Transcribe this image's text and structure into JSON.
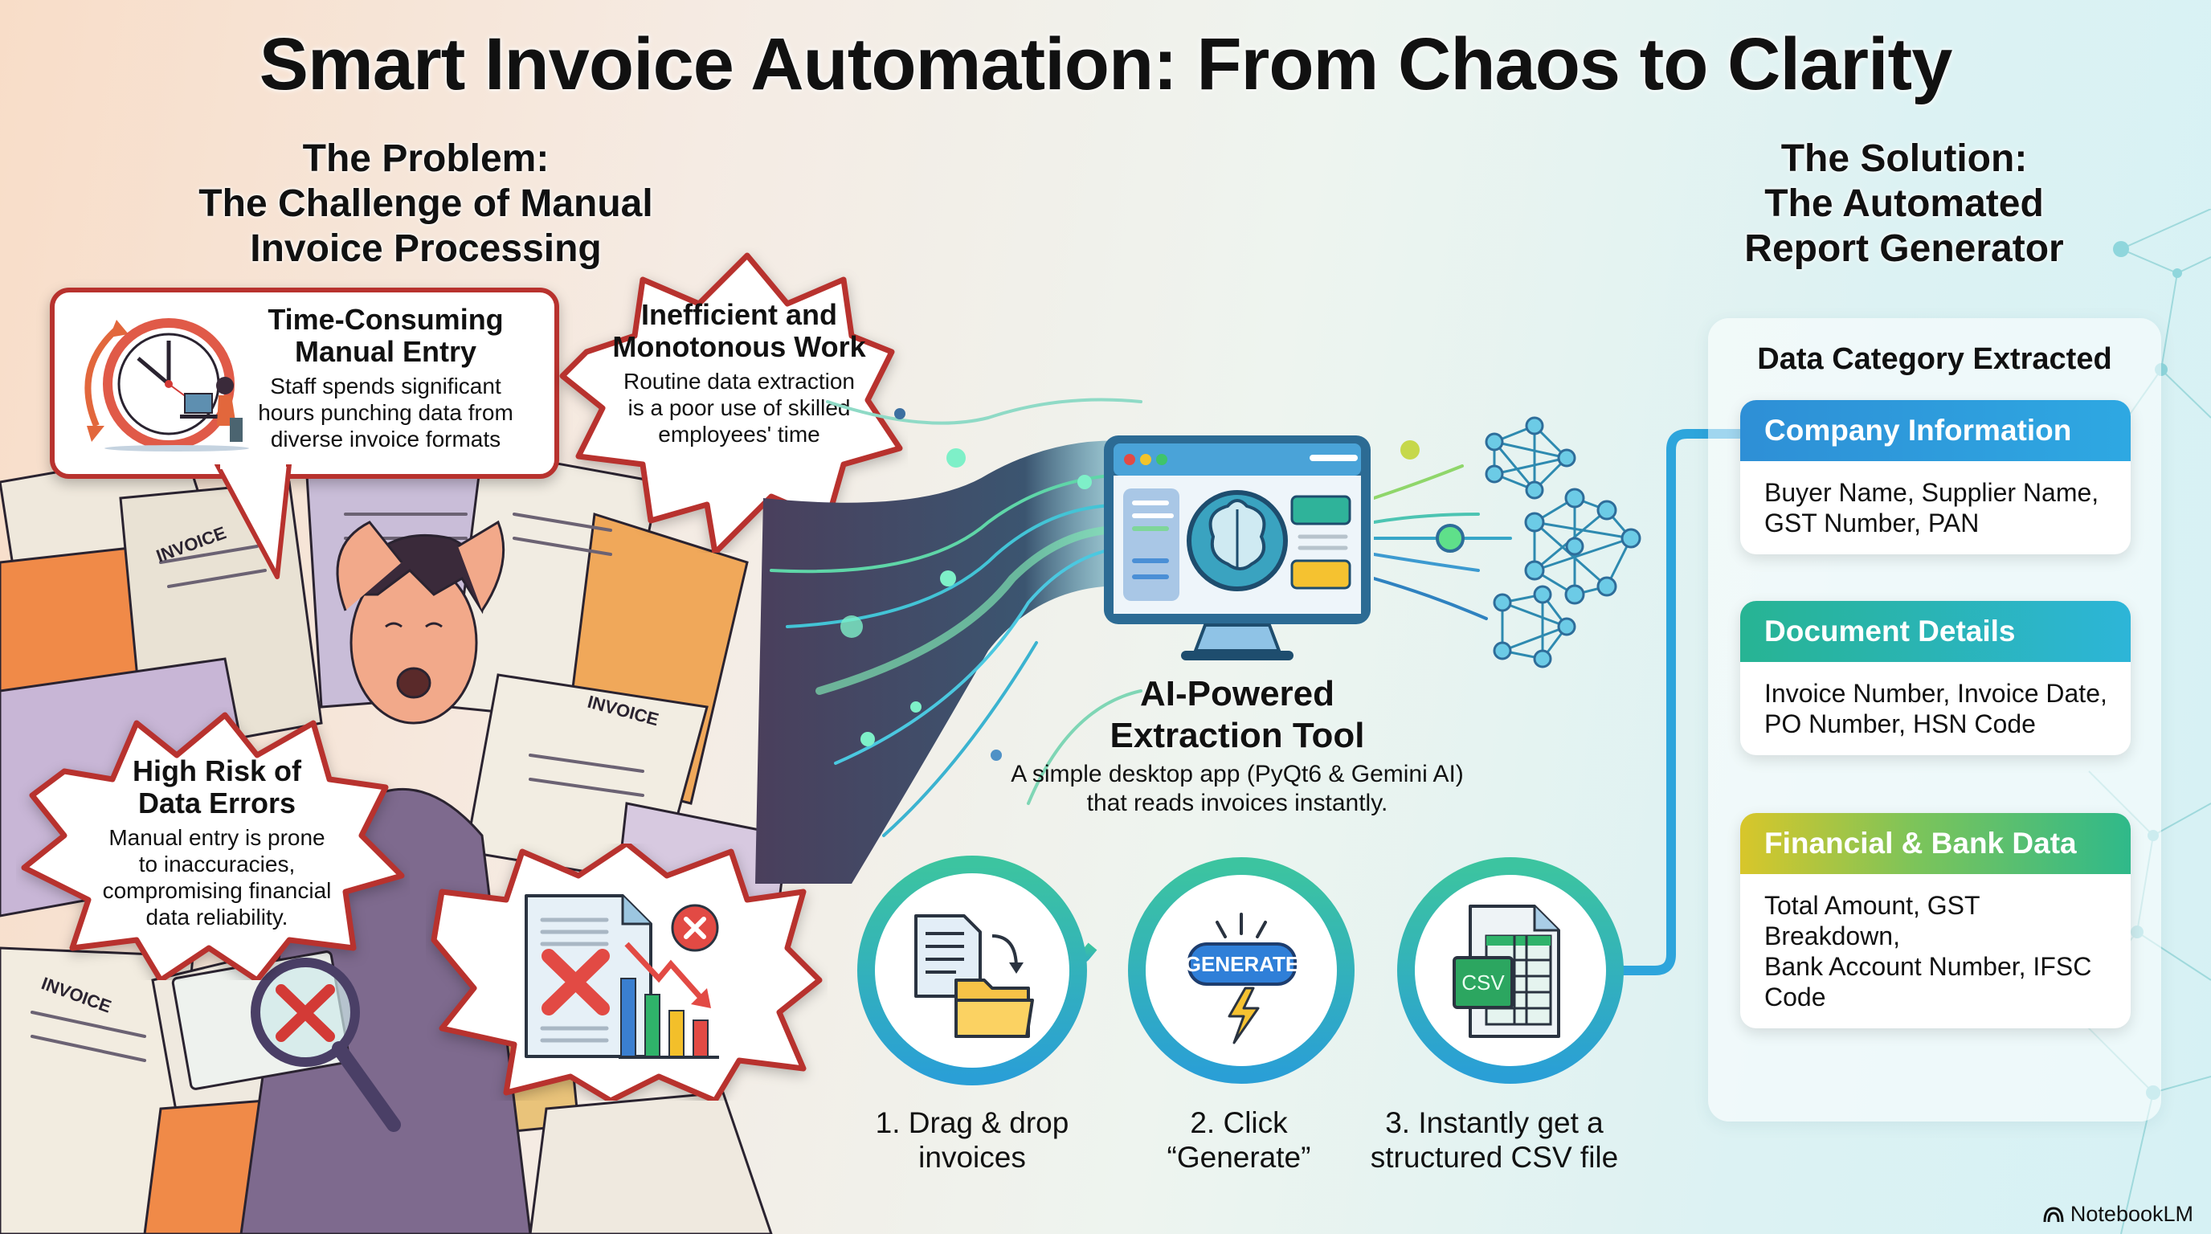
{
  "title": "Smart Invoice Automation: From Chaos to Clarity",
  "problem": {
    "heading": [
      "The Problem:",
      "The Challenge of Manual",
      "Invoice Processing"
    ],
    "callouts": [
      {
        "title": [
          "Time-Consuming",
          "Manual Entry"
        ],
        "body": [
          "Staff spends significant",
          "hours punching data from",
          "diverse invoice formats"
        ],
        "icon": "clock-icon"
      },
      {
        "title": [
          "Inefficient and",
          "Monotonous Work"
        ],
        "body": [
          "Routine data extraction",
          "is a poor use of skilled",
          "employees' time"
        ]
      },
      {
        "title": [
          "High Risk of",
          "Data Errors"
        ],
        "body": [
          "Manual entry is prone",
          "to inaccuracies,",
          "compromising financial",
          "data reliability."
        ]
      }
    ],
    "illustration_labels": {
      "invoice": "INVOICE"
    }
  },
  "tool": {
    "title": [
      "AI-Powered",
      "Extraction Tool"
    ],
    "description": [
      "A simple desktop app (PyQt6 & Gemini AI)",
      "that reads invoices instantly."
    ],
    "steps": [
      {
        "label": [
          "1. Drag & drop",
          "invoices"
        ],
        "icon": "drag-drop-folder-icon"
      },
      {
        "label": [
          "2. Click",
          "“Generate”"
        ],
        "icon": "generate-button-icon",
        "button_text": "GENERATE"
      },
      {
        "label": [
          "3. Instantly get a",
          "structured CSV file"
        ],
        "icon": "csv-file-icon",
        "badge_text": "CSV"
      }
    ]
  },
  "solution": {
    "heading": [
      "The Solution:",
      "The Automated",
      "Report Generator"
    ],
    "panel_title": "Data Category Extracted",
    "cards": [
      {
        "title": "Company Information",
        "body": [
          "Buyer Name, Supplier Name,",
          "GST Number, PAN"
        ],
        "colors": [
          "#2e8fd6",
          "#2ea8e2"
        ]
      },
      {
        "title": "Document Details",
        "body": [
          "Invoice Number, Invoice Date,",
          "PO Number, HSN Code"
        ],
        "colors": [
          "#27b493",
          "#2db5d8"
        ]
      },
      {
        "title": "Financial & Bank Data",
        "body": [
          "Total Amount, GST Breakdown,",
          "Bank Account Number, IFSC",
          "Code"
        ],
        "colors": [
          "#d8c62a",
          "#2fb98a"
        ]
      }
    ]
  },
  "colors": {
    "problem_red": "#b8322e",
    "flow_teal": "#2fb5a8",
    "flow_blue": "#2a9fd6"
  },
  "brand": "NotebookLM"
}
